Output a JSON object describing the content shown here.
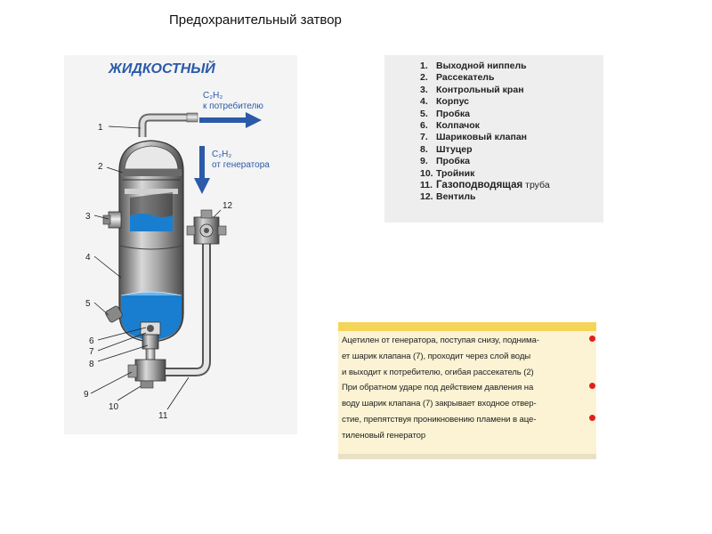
{
  "slide": {
    "title": "Предохранительный затвор"
  },
  "diagram": {
    "heading": "ЖИДКОСТНЫЙ",
    "outlet_gas": "C₂H₂",
    "outlet_text": "к потребителю",
    "inlet_gas": "C₂H₂",
    "inlet_text": "от генератора",
    "callouts": [
      "1",
      "2",
      "3",
      "4",
      "5",
      "6",
      "7",
      "8",
      "9",
      "10",
      "11",
      "12"
    ],
    "colors": {
      "heading": "#2a5aa8",
      "arrow": "#2a5aa8",
      "water": "#1a7ed0",
      "body": "#8a8a8a"
    }
  },
  "legend": {
    "items": [
      {
        "num": "1.",
        "text": "Выходной ниппель"
      },
      {
        "num": "2.",
        "text": "Рассекатель"
      },
      {
        "num": "3.",
        "text": "Контрольный кран"
      },
      {
        "num": "4.",
        "text": "Корпус"
      },
      {
        "num": "5.",
        "text": "Пробка"
      },
      {
        "num": "6.",
        "text": "Колпачок"
      },
      {
        "num": "7.",
        "text": "Шариковый клапан"
      },
      {
        "num": "8.",
        "text": "Штуцер"
      },
      {
        "num": "9.",
        "text": "Пробка"
      },
      {
        "num": "10.",
        "text": "Тройник"
      },
      {
        "num": "11.",
        "text": "Газоподводящая",
        "suffix": "труба"
      },
      {
        "num": "12.",
        "text": "Вентиль"
      }
    ]
  },
  "description": {
    "lines": [
      "Ацетилен от генератора, поступая снизу, поднима-",
      "ет шарик клапана (7), проходит через слой воды",
      "и выходит к потребителю, огибая рассекатель (2)",
      "При обратном ударе под действием давления на",
      "воду шарик клапана (7) закрывает входное отвер-",
      "стие, препятствуя проникновению пламени в аце-",
      "тиленовый генератор"
    ]
  }
}
